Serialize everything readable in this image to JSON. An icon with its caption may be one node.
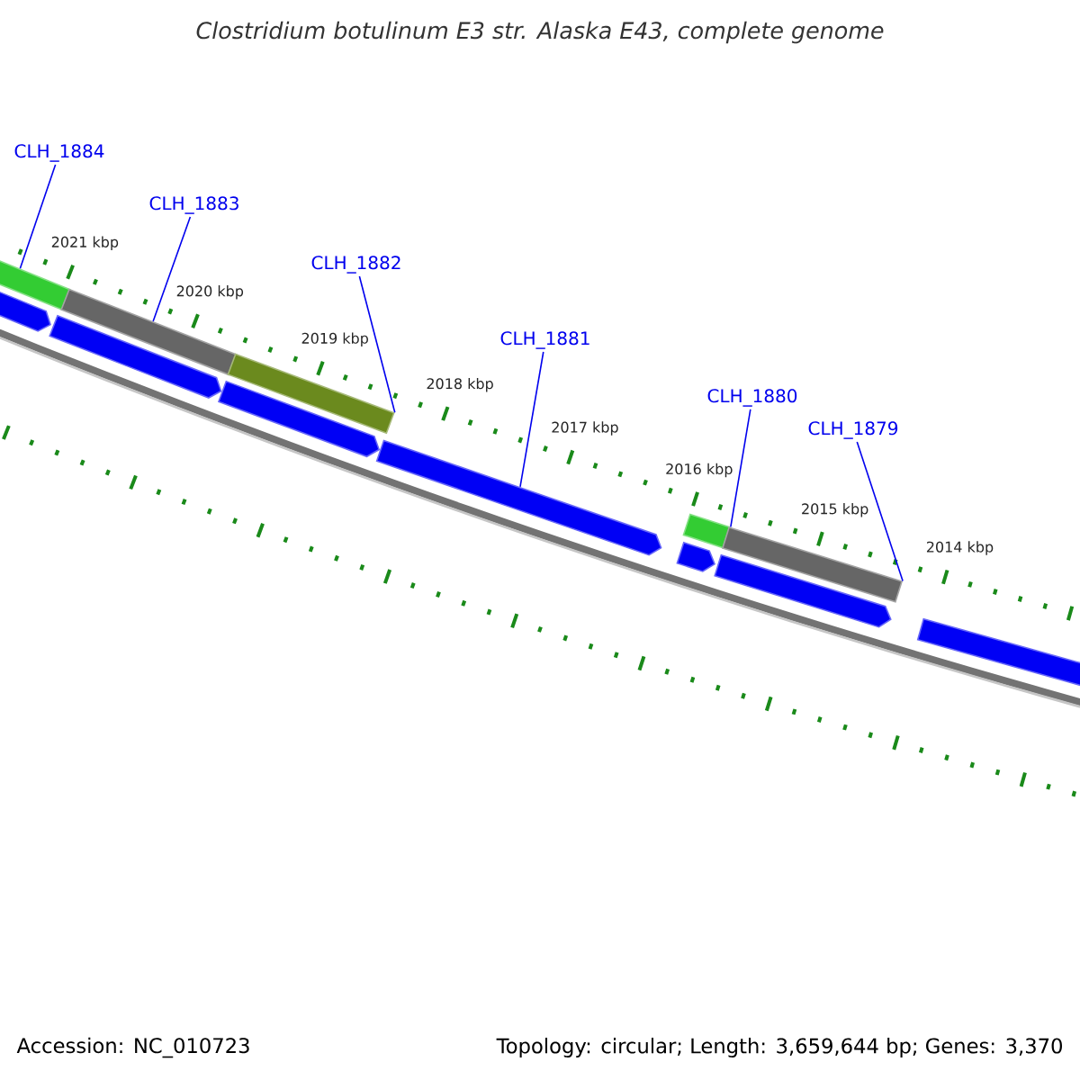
{
  "diagram": {
    "title": "Clostridium botulinum E3 str. Alaska E43, complete genome",
    "nodes": [
      {
        "text": [
          "CLH_1884"
        ]
      },
      {
        "text": [
          "CLH_1883"
        ]
      },
      {
        "text": [
          "CLH_1882"
        ]
      },
      {
        "text": [
          "CLH_1881"
        ]
      },
      {
        "text": [
          "CLH_1880"
        ]
      },
      {
        "text": [
          "CLH_1879"
        ]
      },
      {
        "text": [],
        "shape": "bar"
      },
      {
        "text": [],
        "shape": "bar"
      },
      {
        "text": [],
        "shape": "bar"
      },
      {
        "text": [],
        "shape": "bar"
      },
      {
        "text": [],
        "shape": "bar"
      },
      {
        "text": [],
        "shape": "arrow"
      },
      {
        "text": [],
        "shape": "arrow"
      },
      {
        "text": [],
        "shape": "arrow"
      },
      {
        "text": [],
        "shape": "arrow"
      },
      {
        "text": [],
        "shape": "arrow"
      },
      {
        "text": [],
        "shape": "arrow"
      },
      {
        "text": [],
        "shape": "arrow"
      }
    ],
    "edges": [
      {
        "from": 0,
        "to": 6,
        "arrow": "none"
      },
      {
        "from": 1,
        "to": 7,
        "arrow": "none"
      },
      {
        "from": 2,
        "to": 8,
        "arrow": "none"
      },
      {
        "from": 3,
        "to": 14,
        "arrow": "none"
      },
      {
        "from": 4,
        "to": 9,
        "arrow": "none"
      },
      {
        "from": 5,
        "to": 10,
        "arrow": "none"
      }
    ],
    "labels": [
      "2021 kbp",
      "2020 kbp",
      "2019 kbp",
      "2018 kbp",
      "2017 kbp",
      "2016 kbp",
      "2015 kbp",
      "2014 kbp",
      "Accession: NC_010723",
      "Topology: circular; Length: 3,659,644 bp; Genes: 3,370"
    ]
  }
}
